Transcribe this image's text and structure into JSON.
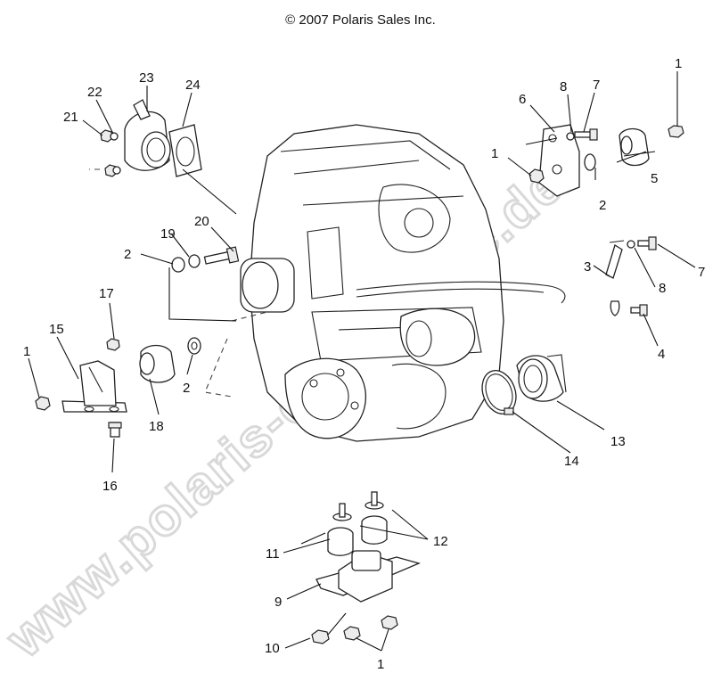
{
  "copyright": "© 2007 Polaris Sales Inc.",
  "watermark": "www.polaris-ersatzteile.de",
  "callouts": [
    "1",
    "2",
    "3",
    "4",
    "5",
    "6",
    "7",
    "8",
    "9",
    "10",
    "11",
    "12",
    "13",
    "14",
    "15",
    "16",
    "17",
    "18",
    "19",
    "20",
    "21",
    "22",
    "23",
    "24"
  ],
  "labels": {
    "n1": "1",
    "n2": "2",
    "n3": "3",
    "n4": "4",
    "n5": "5",
    "n6": "6",
    "n7": "7",
    "n8": "8",
    "n9": "9",
    "n10": "10",
    "n11": "11",
    "n12": "12",
    "n13": "13",
    "n14": "14",
    "n15": "15",
    "n16": "16",
    "n17": "17",
    "n18": "18",
    "n19": "19",
    "n20": "20",
    "n21": "21",
    "n22": "22",
    "n23": "23",
    "n24": "24"
  },
  "colors": {
    "line": "#222222",
    "watermark": "#d9d9d9",
    "background": "#ffffff"
  }
}
